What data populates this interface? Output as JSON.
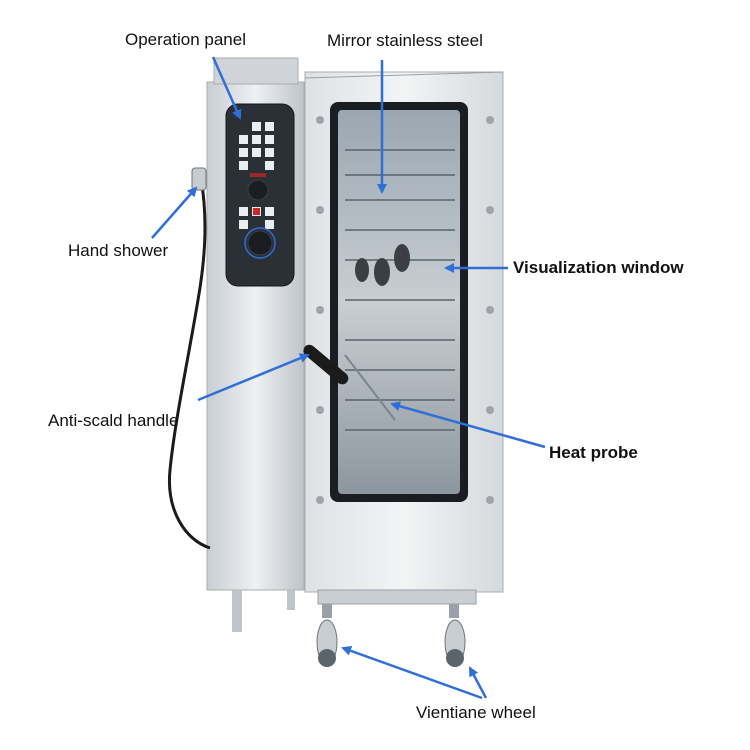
{
  "labels": {
    "operation_panel": "Operation panel",
    "mirror_steel": "Mirror stainless steel",
    "hand_shower": "Hand shower",
    "visualization_window": "Visualization window",
    "anti_scald_handle": "Anti-scald handle",
    "heat_probe": "Heat probe",
    "vientiane_wheel": "Vientiane wheel"
  },
  "colors": {
    "arrow": "#2f6fd6",
    "steel": "#d9dde1",
    "panel": "#2b2f36",
    "frame": "#1a1d22"
  }
}
